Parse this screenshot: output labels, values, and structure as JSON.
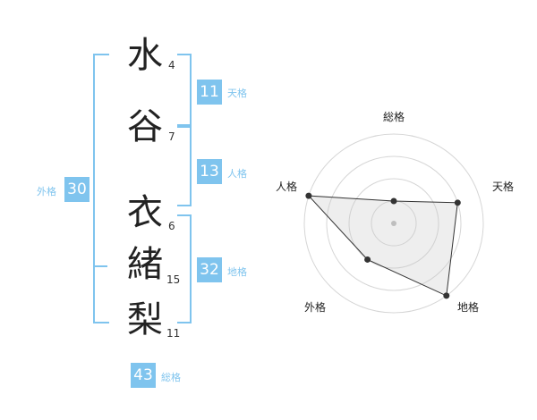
{
  "name": {
    "chars": [
      {
        "char": "水",
        "strokes": "4"
      },
      {
        "char": "谷",
        "strokes": "7"
      },
      {
        "char": "衣",
        "strokes": "6"
      },
      {
        "char": "緒",
        "strokes": "15"
      },
      {
        "char": "梨",
        "strokes": "11"
      }
    ]
  },
  "fortunes": {
    "tenkaku": {
      "value": "11",
      "label": "天格"
    },
    "jinkaku": {
      "value": "13",
      "label": "人格"
    },
    "chikaku": {
      "value": "32",
      "label": "地格"
    },
    "gaikaku": {
      "value": "30",
      "label": "外格"
    },
    "soukaku": {
      "value": "43",
      "label": "総格"
    }
  },
  "colors": {
    "accent": "#7fc4ee",
    "text": "#222222"
  },
  "chart_data": {
    "type": "radar",
    "axes": [
      "総格",
      "天格",
      "地格",
      "外格",
      "人格"
    ],
    "values": [
      0.25,
      0.75,
      1.0,
      0.5,
      1.0
    ],
    "rmax": 1.0,
    "rings": 4
  }
}
